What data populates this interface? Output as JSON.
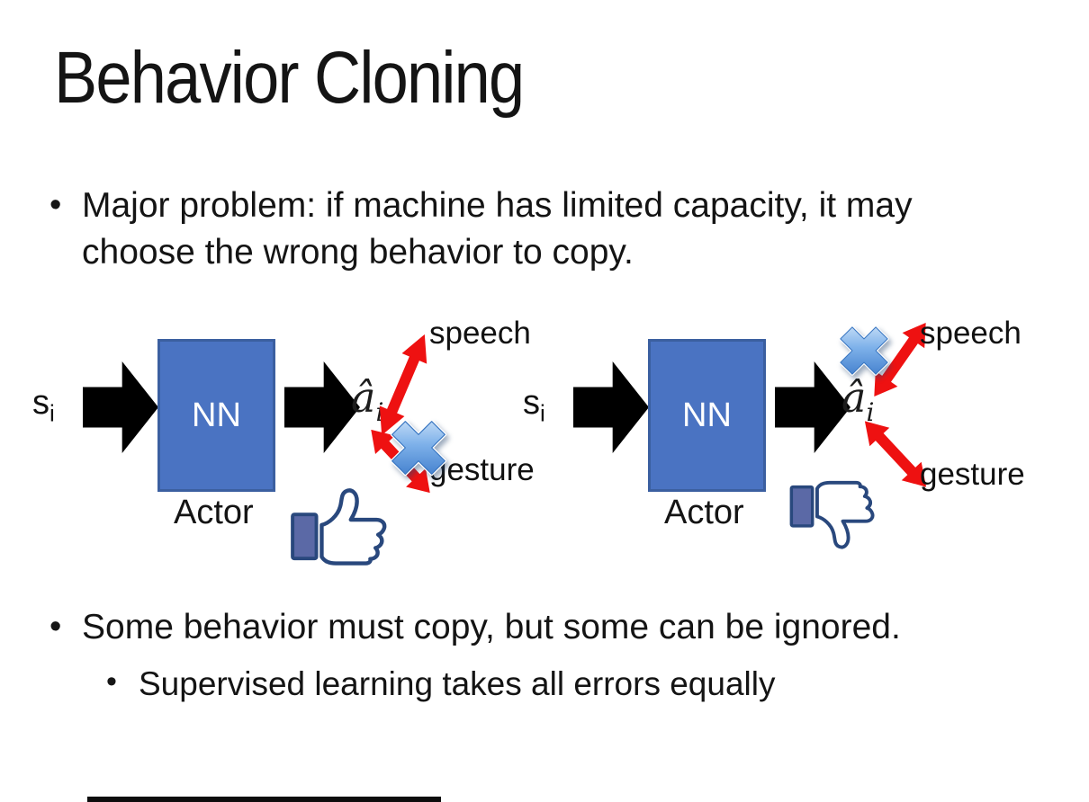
{
  "slide": {
    "title": "Behavior Cloning",
    "bullets": {
      "marker": "•",
      "main1": "Major problem: if machine has limited capacity, it may choose the wrong behavior to copy.",
      "main2": "Some behavior must copy, but some can be ignored.",
      "sub2": "Supervised learning takes all errors equally"
    },
    "diagrams": [
      {
        "input_label": "s",
        "input_sub": "i",
        "box_label": "NN",
        "output_label": "â",
        "output_sub": "i",
        "actor_label": "Actor",
        "branch_top": "speech",
        "branch_bottom": "gesture",
        "crossed_branch": "gesture",
        "feedback": "thumbs-up"
      },
      {
        "input_label": "s",
        "input_sub": "i",
        "box_label": "NN",
        "output_label": "â",
        "output_sub": "i",
        "actor_label": "Actor",
        "branch_top": "speech",
        "branch_bottom": "gesture",
        "crossed_branch": "speech",
        "feedback": "thumbs-down"
      }
    ],
    "colors": {
      "nn_box_fill": "#4a73c2",
      "nn_box_border": "#3b5fa0",
      "flow_arrow": "#000000",
      "relation_arrow_red": "#ee1111",
      "cross_blue": "#5b9bd5",
      "thumb_outline_navy": "#29487d",
      "thumb_cuff_blue": "#5b69a6",
      "bottom_bar": "#0d0d0d"
    }
  }
}
